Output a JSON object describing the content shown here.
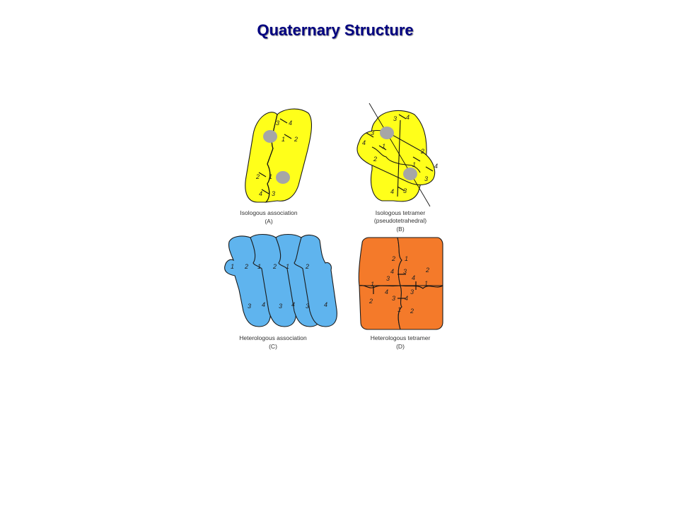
{
  "title": "Quaternary Structure",
  "colors": {
    "title": "#000080",
    "isologous": "#ffff1a",
    "heterologous_association": "#5fb4ee",
    "heterologous_tetramer": "#f47a2a",
    "active_site": "#a6a6a6"
  },
  "panels": {
    "a": {
      "caption": "Isologous association",
      "letter": "(A)",
      "labels": [
        "3",
        "4",
        "1",
        "2",
        "2",
        "1",
        "4",
        "3"
      ]
    },
    "b": {
      "caption": "Isologous tetramer",
      "subcaption": "(pseudotetrahedral)",
      "letter": "(B)",
      "labels": [
        "3",
        "4",
        "3",
        "4",
        "1",
        "2",
        "2",
        "1",
        "4",
        "3",
        "4",
        "3"
      ]
    },
    "c": {
      "caption": "Heterologous association",
      "letter": "(C)",
      "labels": [
        "1",
        "2",
        "1",
        "2",
        "1",
        "2",
        "3",
        "4",
        "3",
        "4",
        "3",
        "4"
      ]
    },
    "d": {
      "caption": "Heterologous tetramer",
      "letter": "(D)",
      "labels": [
        "2",
        "1",
        "4",
        "3",
        "2",
        "3",
        "1",
        "4",
        "1",
        "2",
        "4",
        "3",
        "3",
        "4",
        "1",
        "2"
      ]
    }
  }
}
